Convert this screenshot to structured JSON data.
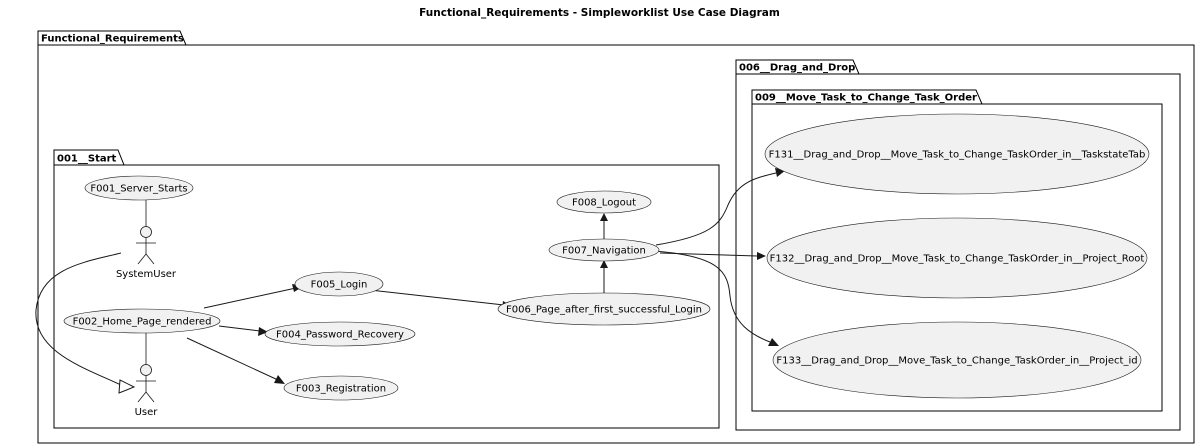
{
  "title": "Functional_Requirements - Simpleworklist Use Case Diagram",
  "packages": {
    "root": "Functional_Requirements",
    "start": "001__Start",
    "drag_and_drop": "006__Drag_and_Drop",
    "move_task": "009__Move_Task_to_Change_Task_Order"
  },
  "actors": {
    "system_user": "SystemUser",
    "user": "User"
  },
  "use_cases": {
    "f001": "F001_Server_Starts",
    "f002": "F002_Home_Page_rendered",
    "f003": "F003_Registration",
    "f004": "F004_Password_Recovery",
    "f005": "F005_Login",
    "f006": "F006_Page_after_first_successful_Login",
    "f007": "F007_Navigation",
    "f008": "F008_Logout",
    "f131": "F131__Drag_and_Drop__Move_Task_to_Change_TaskOrder_in__TaskstateTab",
    "f132": "F132__Drag_and_Drop__Move_Task_to_Change_TaskOrder_in__Project_Root",
    "f133": "F133__Drag_and_Drop__Move_Task_to_Change_TaskOrder_in__Project_id"
  }
}
